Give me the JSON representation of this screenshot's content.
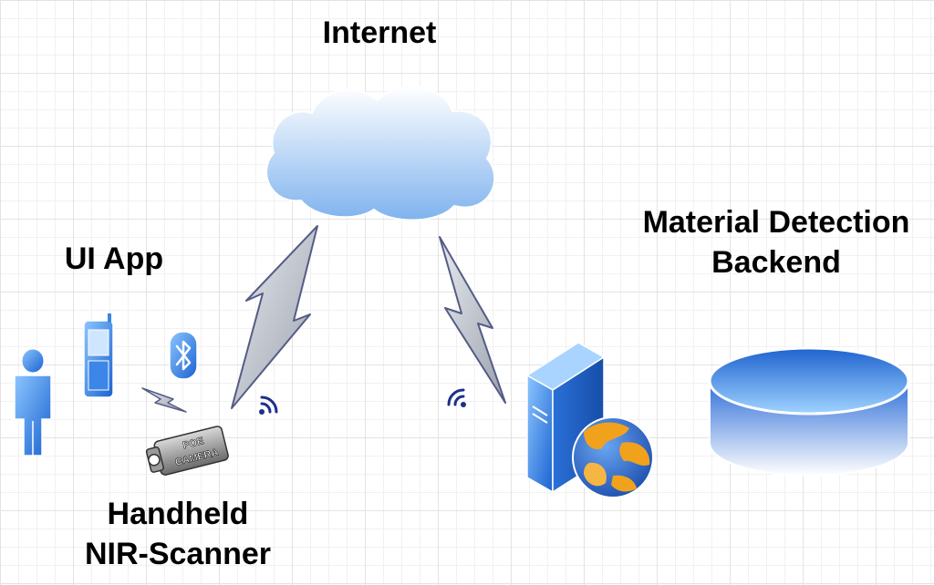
{
  "labels": {
    "internet": "Internet",
    "ui_app": "UI App",
    "backend": [
      "Material Detection",
      "Backend"
    ],
    "scanner": [
      "Handheld",
      "NIR-Scanner"
    ]
  },
  "camera_text": [
    "POE",
    "CAMERA"
  ],
  "colors": {
    "cloud_top": "#ffffff",
    "cloud_bottom": "#7fb3ee",
    "device_blue": "#2f7de1",
    "bolt_gray": "#b9bfc9",
    "bolt_stroke": "#555c86",
    "wifi": "#1c2f8a",
    "globe_ocean": "#2e66c6",
    "globe_land": "#f1a21c"
  }
}
